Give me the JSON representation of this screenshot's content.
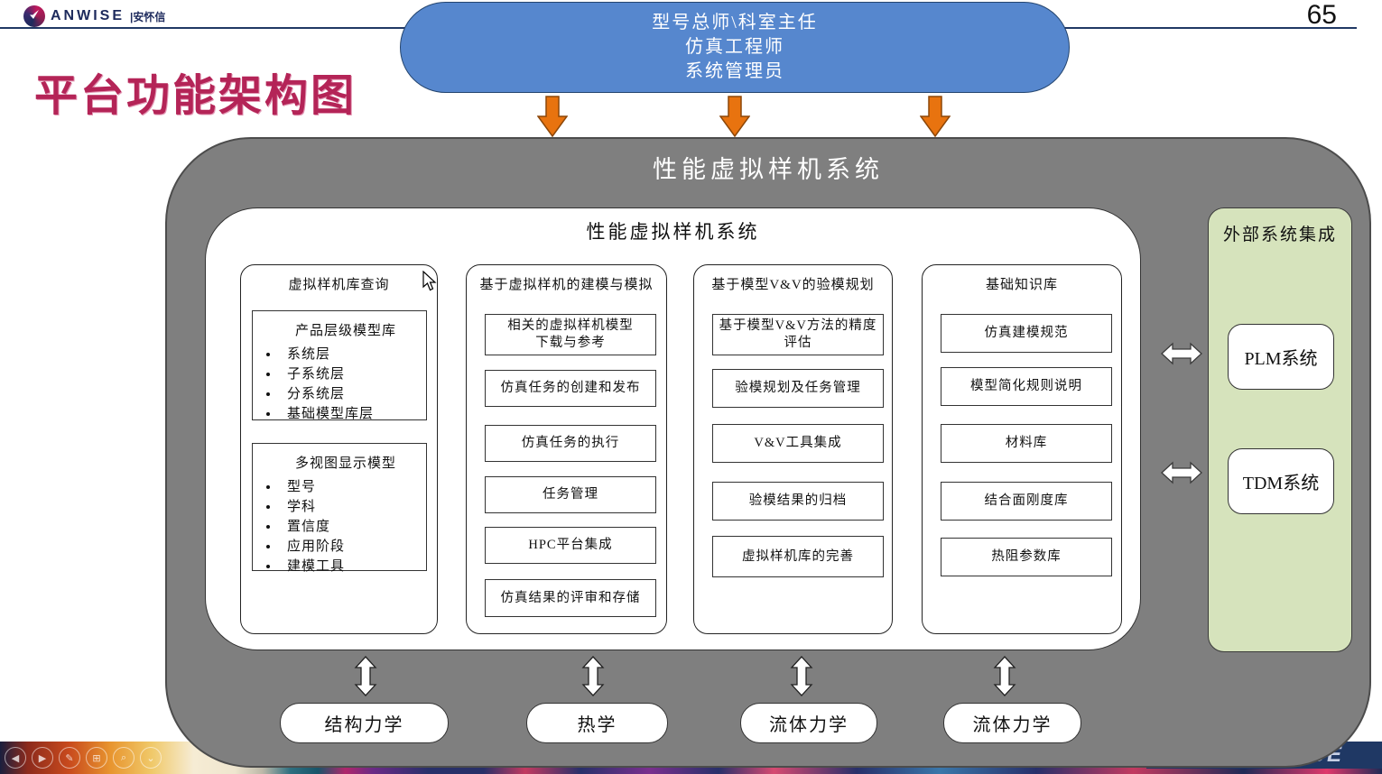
{
  "page_number": "65",
  "logo": {
    "brand": "ANWISE",
    "cn": "|安怀信"
  },
  "slide_title": "平台功能架构图",
  "role_capsule": {
    "lines": [
      "型号总师\\科室主任",
      "仿真工程师",
      "系统管理员"
    ]
  },
  "system": {
    "outer_title": "性能虚拟样机系统",
    "inner_title": "性能虚拟样机系统",
    "columns": [
      {
        "title": "虚拟样机库查询",
        "groups": [
          {
            "title": "产品层级模型库",
            "bullets": [
              "系统层",
              "子系统层",
              "分系统层",
              "基础模型库层"
            ]
          },
          {
            "title": "多视图显示模型",
            "bullets": [
              "型号",
              "学科",
              "置信度",
              "应用阶段",
              "建模工具"
            ]
          }
        ]
      },
      {
        "title": "基于虚拟样机的建模与模拟",
        "boxes": [
          "相关的虚拟样机模型\n下载与参考",
          "仿真任务的创建和发布",
          "仿真任务的执行",
          "任务管理",
          "HPC平台集成",
          "仿真结果的评审和存储"
        ]
      },
      {
        "title": "基于模型V&V的验模规划",
        "boxes": [
          "基于模型V&V方法的精度\n评估",
          "验模规划及任务管理",
          "V&V工具集成",
          "验模结果的归档",
          "虚拟样机库的完善"
        ]
      },
      {
        "title": "基础知识库",
        "boxes": [
          "仿真建模规范",
          "模型简化规则说明",
          "材料库",
          "结合面刚度库",
          "热阻参数库"
        ]
      }
    ]
  },
  "external": {
    "title": "外部系统集成",
    "systems": [
      "PLM系统",
      "TDM系统"
    ]
  },
  "bottom_modules": [
    "结构力学",
    "热学",
    "流体力学",
    "流体力学"
  ],
  "footer": {
    "partial_brand": "SE",
    "player_glyphs": [
      "◀",
      "▶",
      "✎",
      "⊞",
      "⌕",
      "⌄"
    ]
  },
  "colors": {
    "capsule_blue": "#5687CE",
    "arrow_orange": "#E8730F",
    "container_gray": "#7F7F7F",
    "external_green": "#D6E3BC",
    "title_magenta": "#B42457",
    "footer_navy": "#1F3864",
    "line_navy": "#203864"
  }
}
